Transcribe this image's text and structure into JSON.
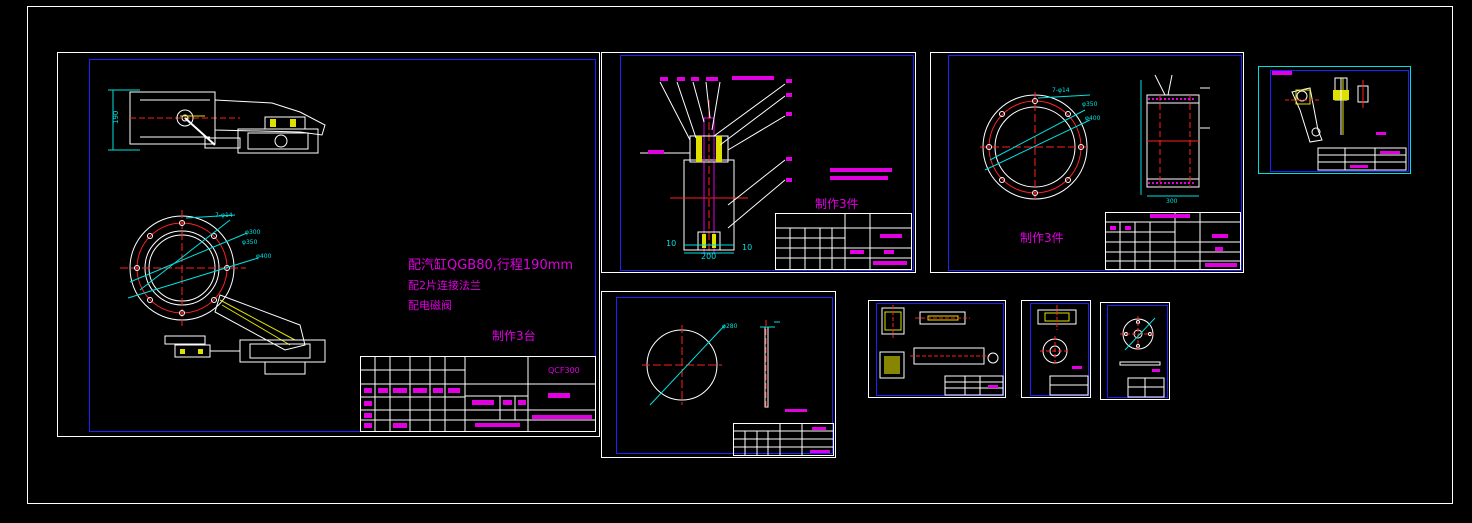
{
  "colors": {
    "background": "#000000",
    "frame": "#ffffff",
    "border": "#2020ff",
    "text": "#e000e0",
    "centerline": "#ff2020",
    "dimension": "#00e0e0",
    "part": "#ffffff",
    "hatch": "#e0e000"
  },
  "main_sheet": {
    "note_cylinder": "配汽缸QGB80,行程190mm",
    "note_flange": "配2片连接法兰",
    "note_valve": "配电磁阀",
    "quantity": "制作3台",
    "drawing_code": "QCF300"
  },
  "sheets": {
    "shaft_quantity": "制作3件",
    "ring_quantity": "制作3件"
  }
}
